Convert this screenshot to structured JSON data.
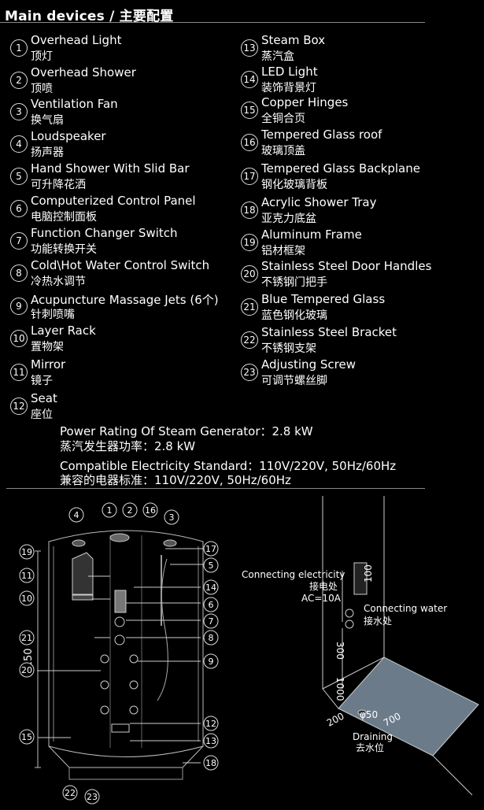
{
  "title": "Main devices / 主要配置",
  "items": [
    {
      "num": "1",
      "en": "Overhead Light",
      "cn": "顶灯"
    },
    {
      "num": "2",
      "en": "Overhead Shower",
      "cn": "顶喷"
    },
    {
      "num": "3",
      "en": "Ventilation Fan",
      "cn": "换气扇"
    },
    {
      "num": "4",
      "en": "Loudspeaker",
      "cn": "扬声器"
    },
    {
      "num": "5",
      "en": "Hand Shower With Slid Bar",
      "cn": "可升降花洒"
    },
    {
      "num": "6",
      "en": "Computerized Control Panel",
      "cn": "电脑控制面板"
    },
    {
      "num": "7",
      "en": "Function Changer Switch",
      "cn": "功能转换开关"
    },
    {
      "num": "8",
      "en": "Cold\\Hot Water Control Switch",
      "cn": "冷热水调节"
    },
    {
      "num": "9",
      "en": "Acupuncture Massage Jets (6个)",
      "cn": "针刺喷嘴"
    },
    {
      "num": "10",
      "en": "Layer Rack",
      "cn": "置物架"
    },
    {
      "num": "11",
      "en": "Mirror",
      "cn": "镜子"
    },
    {
      "num": "12",
      "en": "Seat",
      "cn": "座位"
    },
    {
      "num": "13",
      "en": "Steam Box",
      "cn": "蒸汽盒"
    },
    {
      "num": "14",
      "en": "LED Light",
      "cn": "装饰背景灯"
    },
    {
      "num": "15",
      "en": "Copper Hinges",
      "cn": "全铜合页"
    },
    {
      "num": "16",
      "en": "Tempered Glass roof",
      "cn": "玻璃顶盖"
    },
    {
      "num": "17",
      "en": "Tempered Glass Backplane",
      "cn": "钢化玻璃背板"
    },
    {
      "num": "18",
      "en": "Acrylic Shower Tray",
      "cn": "亚克力底盆"
    },
    {
      "num": "19",
      "en": "Aluminum Frame",
      "cn": "铝材框架"
    },
    {
      "num": "20",
      "en": "Stainless Steel Door Handles",
      "cn": "不锈钢门把手"
    },
    {
      "num": "21",
      "en": "Blue Tempered Glass",
      "cn": "蓝色钢化玻璃"
    },
    {
      "num": "22",
      "en": "Stainless Steel Bracket",
      "cn": "不锈钢支架"
    },
    {
      "num": "23",
      "en": "Adjusting Screw",
      "cn": "可调节螺丝脚"
    }
  ],
  "specs": {
    "power_en": "Power Rating Of Steam Generator：2.8 kW",
    "power_cn": "蒸汽发生器功率：2.8 kW",
    "elec_en": "Compatible Electricity Standard：110V/220V, 50Hz/60Hz",
    "elec_cn": "兼容的电器标准：110V/220V, 50Hz/60Hz"
  },
  "diagram": {
    "height_dim": "2150",
    "callouts": [
      "1",
      "2",
      "16",
      "3",
      "4",
      "19",
      "11",
      "10",
      "21",
      "20",
      "15",
      "22",
      "23",
      "17",
      "5",
      "14",
      "6",
      "7",
      "8",
      "9",
      "12",
      "13",
      "18"
    ]
  },
  "install": {
    "elec_en": "Connecting electricity",
    "elec_cn": "接电处",
    "elec_ac": "AC=10A",
    "water_en": "Connecting water",
    "water_cn": "接水处",
    "dim_100": "100",
    "dim_300": "300",
    "dim_1000": "1000",
    "dim_50": "φ50",
    "dim_200": "200",
    "dim_700": "700",
    "drain_en": "Draining",
    "drain_cn": "去水位"
  },
  "colors": {
    "background": "#000000",
    "text": "#ffffff",
    "floor": "#6b7b8a"
  }
}
